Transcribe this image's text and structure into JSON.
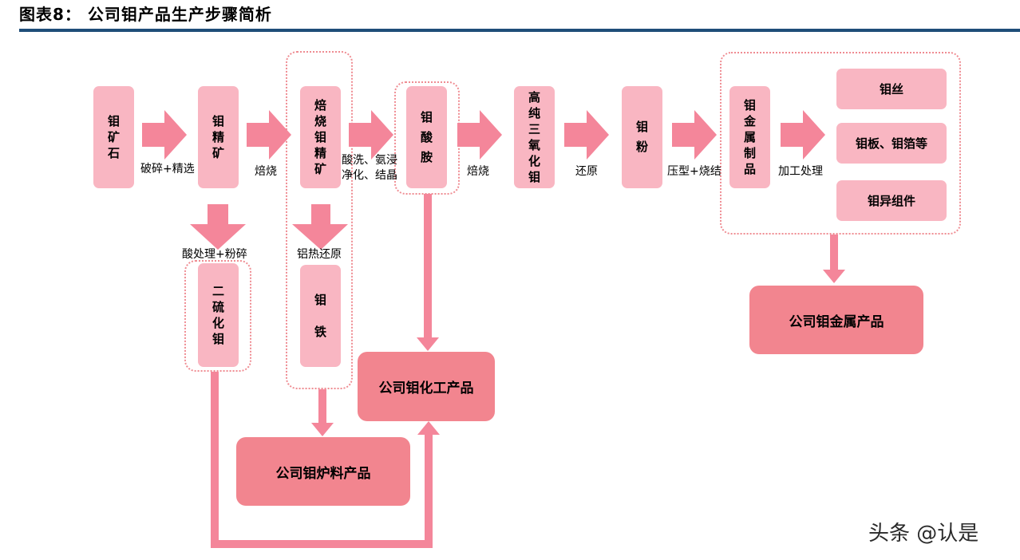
{
  "title": "图表8：  公司钼产品生产步骤简析",
  "watermark": "头条 @认是",
  "colors": {
    "node": "#f9b6c2",
    "product": "#f2858f",
    "arrow": "#f4869a",
    "dotted_border": "#ef8c92",
    "title_rule": "#1f4e79"
  },
  "nodes": {
    "ore": "钼矿石",
    "concentrate": "钼精矿",
    "roasted_concentrate": "焙烧钼精矿",
    "ammonium_molybdate": "钼酸胺",
    "trioxide": "高纯三氧化钼",
    "powder": "钼粉",
    "metal_products": "钼金属制品",
    "disulfide": "二硫化钼",
    "ferro": "钼铁",
    "wire": "钼丝",
    "plate": "钼板、钼箔等",
    "parts": "钼异组件"
  },
  "products": {
    "chemical": "公司钼化工产品",
    "furnace": "公司钼炉料产品",
    "metal": "公司钼金属产品"
  },
  "steps": {
    "crush": "破碎+精选",
    "roast1": "焙烧",
    "wash_line1": "酸洗、氨浸",
    "wash_line2": "净化、结晶",
    "roast2": "焙烧",
    "reduce": "还原",
    "press": "压型+烧结",
    "process": "加工处理",
    "acid": "酸处理+粉碎",
    "aluminothermic": "铝热还原"
  }
}
